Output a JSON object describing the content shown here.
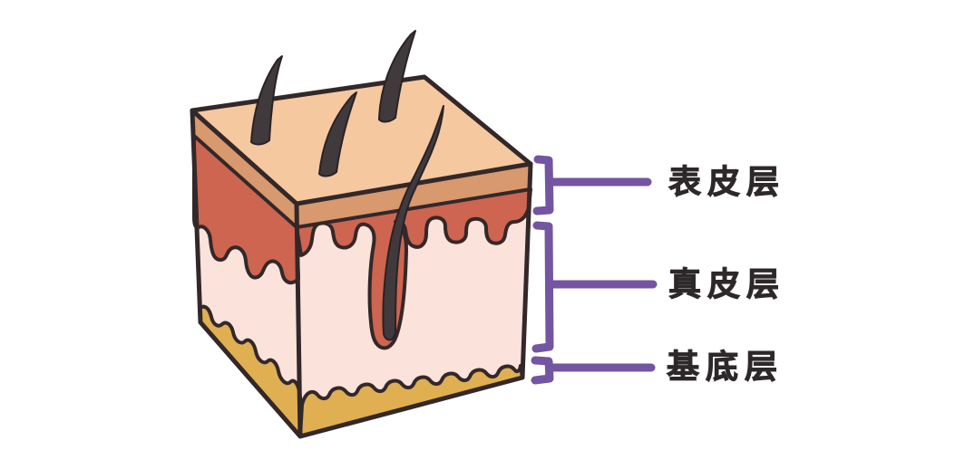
{
  "diagram": {
    "type": "skin-cross-section-illustration",
    "background_color": "#ffffff",
    "outline_color": "#332829",
    "annotation": {
      "bracket_color": "#7355a1",
      "label_color": "#2d282a",
      "labels": [
        {
          "id": "epidermis",
          "text": "表皮层"
        },
        {
          "id": "dermis",
          "text": "真皮层"
        },
        {
          "id": "basal",
          "text": "基底层"
        }
      ]
    },
    "skin_block": {
      "surface_color": "#f6c8a0",
      "epidermis_edge_color": "#d7996d",
      "dermis_top_color": "#cd6550",
      "dermis_body_color": "#fbe2db",
      "basal_color": "#dfaf52",
      "hair_color": "#413a3c",
      "hair_count": 4
    }
  }
}
